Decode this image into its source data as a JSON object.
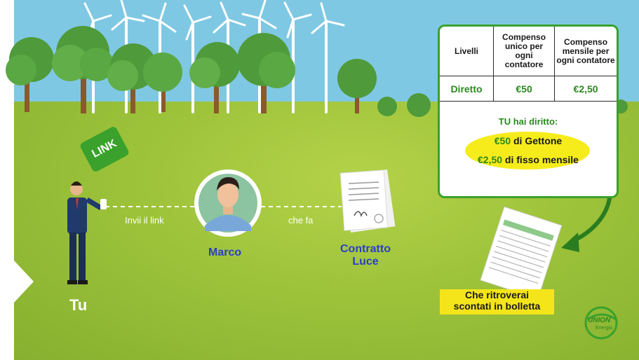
{
  "scene": {
    "person_you_label": "Tu",
    "friend_label": "Marco",
    "step1_label": "Invii il link",
    "step2_label": "che fa",
    "contract_label_line1": "Contratto",
    "contract_label_line2": "Luce",
    "link_sign_text": "LINK",
    "bill_caption_line1": "Che ritroverai",
    "bill_caption_line2": "scontati in bolletta"
  },
  "table": {
    "headers": [
      "Livelli",
      "Compenso unico per ogni contatore",
      "Compenso mensile per ogni contatore"
    ],
    "rows": [
      {
        "level": "Diretto",
        "one_time": "€50",
        "monthly": "€2,50"
      }
    ]
  },
  "rights": {
    "title": "TU hai diritto:",
    "line1_value": "€50",
    "line1_text": " di Gettone",
    "line2_value": "€2,50",
    "line2_text": " di fisso mensile"
  },
  "logo": {
    "text": "UNION",
    "subtext": "Energia"
  },
  "colors": {
    "brand_green": "#3aa12c",
    "highlight_yellow": "#f6ec1b",
    "label_blue": "#2b3fc4"
  }
}
